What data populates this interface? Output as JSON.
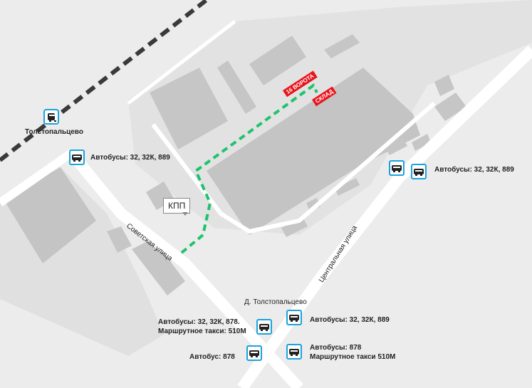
{
  "labels": {
    "station": "Толстопальцево",
    "stop_nw": "Автобусы: 32, 32К, 889",
    "stop_e": "Автобусы: 32, 32К, 889",
    "village": "Д. Толстопальцево",
    "stop_s1": "Автобусы: 32, 32К, 878.",
    "stop_s1b": "Маршрутное такси: 510М",
    "stop_s2": "Автобусы: 32, 32К, 889",
    "stop_s3": "Автобус: 878",
    "stop_s4": "Автобусы: 878",
    "stop_s4b": "Маршрутное такси 510М",
    "gate": "16 ВОРОТА",
    "warehouse": "СКЛАД",
    "checkpoint": "КПП",
    "street_sov": "Советская улица",
    "street_cen": "Центральная улица"
  },
  "colors": {
    "route": "#1ec36e",
    "tag": "#e8141c",
    "stop_border": "#1aa3dc"
  }
}
